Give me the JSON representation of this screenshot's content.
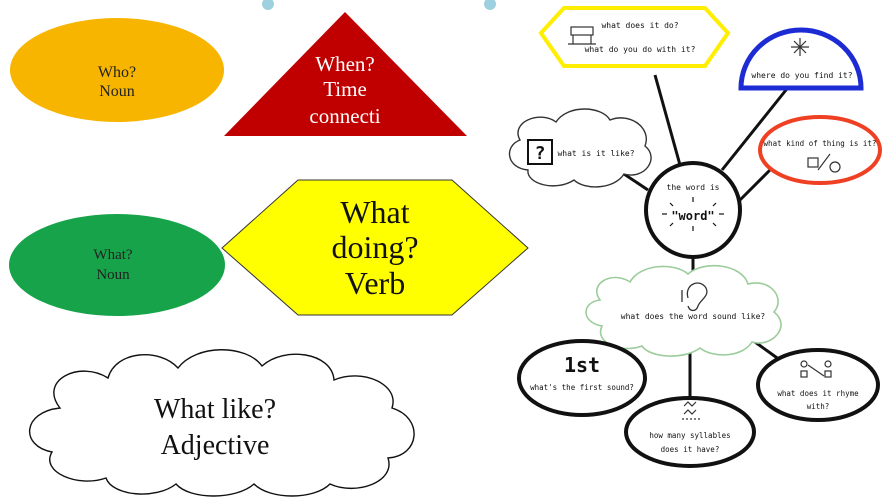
{
  "left_panel": {
    "who": {
      "line1": "Who?",
      "line2": "Noun",
      "color": "#f7b500"
    },
    "when": {
      "line1": "When?",
      "line2": "Time",
      "line3": "connecti",
      "color": "#c00000"
    },
    "what_noun": {
      "line1": "What?",
      "line2": "Noun",
      "color": "#16a34a"
    },
    "what_doing": {
      "line1": "What",
      "line2": "doing?",
      "line3": "Verb",
      "color": "#ffff00"
    },
    "what_like": {
      "line1": "What like?",
      "line2": "Adjective"
    }
  },
  "right_panel": {
    "center": {
      "line1": "the word is",
      "line2": "\"word\""
    },
    "does": {
      "line1": "what does it do?",
      "line2": "what do you do with it?",
      "border": "#ffee00"
    },
    "where": {
      "line1": "where do you find it?",
      "border": "#1d2bd4"
    },
    "like": {
      "symbol": "?",
      "line1": "what is it like?"
    },
    "kind": {
      "line1": "what kind of thing is it?",
      "border": "#ef4023"
    },
    "sound": {
      "line1": "what does the word sound like?"
    },
    "first": {
      "line1": "1st",
      "line2": "what's the first sound?"
    },
    "syllables": {
      "line1": "how many syllables",
      "line2": "does it have?"
    },
    "rhyme": {
      "line1": "what does it rhyme",
      "line2": "with?"
    }
  }
}
